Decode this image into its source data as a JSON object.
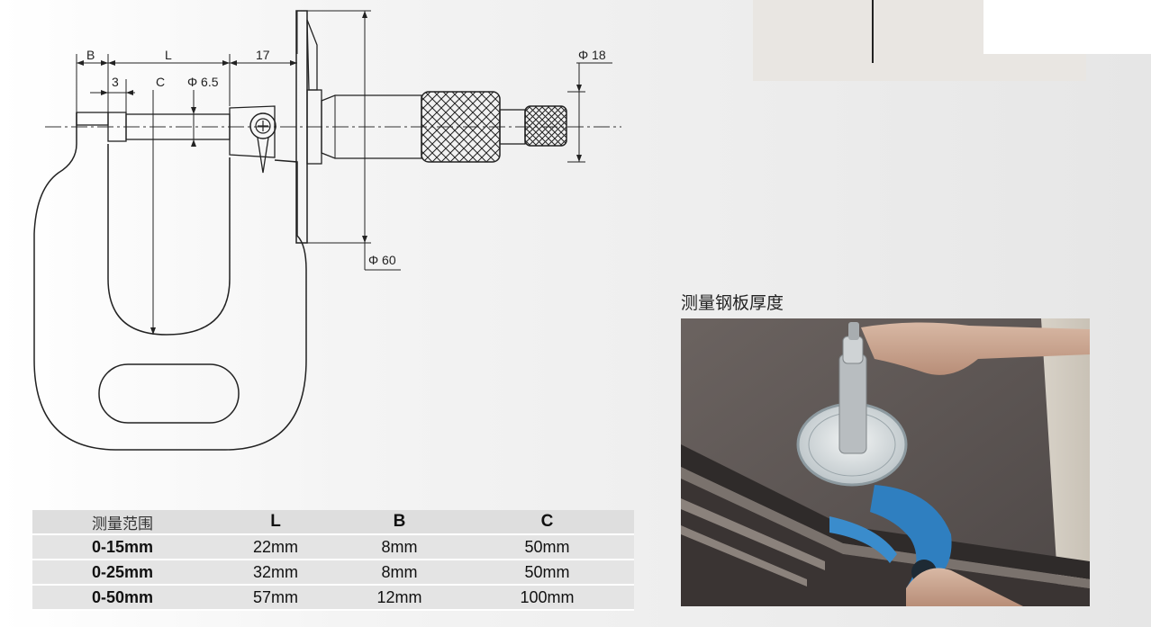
{
  "drawing": {
    "dim_b": "B",
    "dim_l": "L",
    "dim_17": "17",
    "dim_3": "3",
    "dim_c": "C",
    "dim_phi65": "Φ 6.5",
    "dim_phi18": "Φ 18",
    "dim_phi60": "Φ 60"
  },
  "photo": {
    "caption": "测量钢板厚度"
  },
  "spec_table": {
    "headers": [
      "测量范围",
      "L",
      "B",
      "C"
    ],
    "rows": [
      [
        "0-15mm",
        "22mm",
        "8mm",
        "50mm"
      ],
      [
        "0-25mm",
        "32mm",
        "8mm",
        "50mm"
      ],
      [
        "0-50mm",
        "57mm",
        "12mm",
        "100mm"
      ]
    ]
  },
  "colors": {
    "line": "#222222",
    "table_header": "#dedede",
    "table_row": "#e4e4e4",
    "caliper_blue": "#2f7fc0"
  }
}
